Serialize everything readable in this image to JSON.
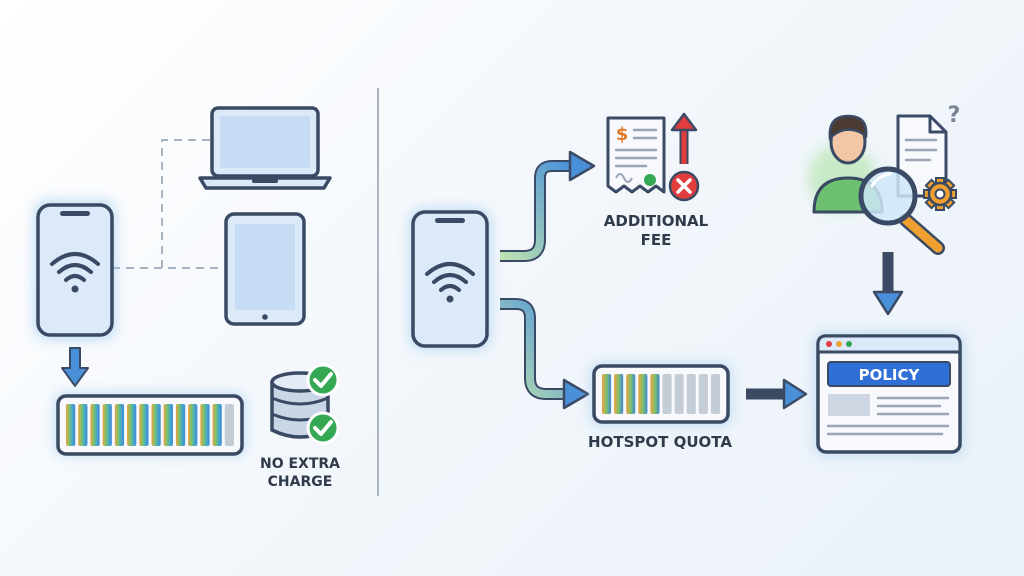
{
  "left_panel": {
    "badge_label_line1": "NO EXTRA",
    "badge_label_line2": "CHARGE",
    "left_meter_fill": 0.9
  },
  "right_panel": {
    "fee_label_line1": "ADDITIONAL",
    "fee_label_line2": "FEE",
    "fee_currency": "$",
    "quota_label": "HOTSPOT QUOTA",
    "quota_fill": 0.5,
    "policy_label": "POLICY",
    "question_mark": "?"
  },
  "icons": [
    "phone-wifi-icon",
    "laptop-icon",
    "tablet-icon",
    "database-icon",
    "check-icon",
    "receipt-icon",
    "close-icon",
    "user-icon",
    "magnifier-icon",
    "gear-icon",
    "document-icon",
    "browser-window-icon"
  ],
  "colors": {
    "outline": "#3a4a64",
    "device_fill": "#dce9f8",
    "accent_blue": "#4a90d9",
    "success_green": "#34a853",
    "danger_red": "#e23d3d",
    "policy_blue": "#2f6fd6"
  }
}
